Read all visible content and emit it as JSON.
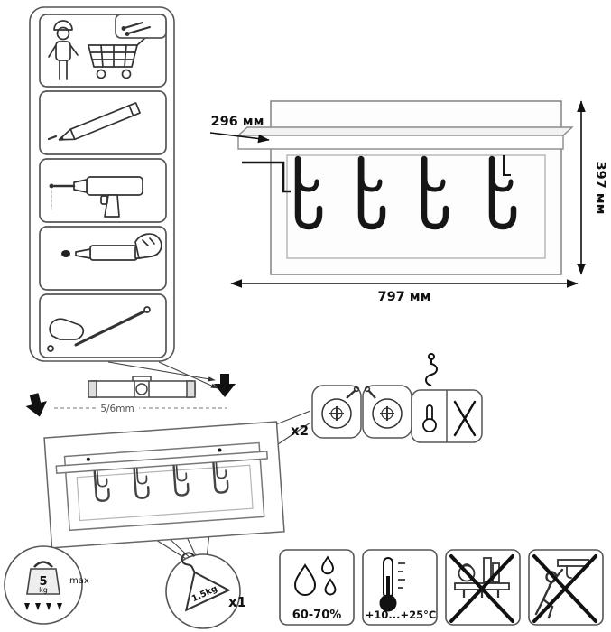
{
  "title": "Wall coat rack assembly instruction sheet",
  "colors": {
    "ink": "#111111",
    "outline": "#555555",
    "panel_stroke": "#888888"
  },
  "product": {
    "dimensions": {
      "depth": "296 мм",
      "height": "397 мм",
      "width": "797 мм"
    }
  },
  "installation": {
    "drill_size": "5/6mm",
    "hardware_qty": "x2",
    "tools": [
      "person-with-cart",
      "pencil-marking",
      "drill",
      "dowel-glue-insert",
      "bolt-fastening"
    ]
  },
  "limits": {
    "shelf_max_value": "5",
    "shelf_max_unit": "kg",
    "shelf_max_suffix": "max",
    "hook_max": "1.5kg",
    "hook_qty": "x1"
  },
  "environment": {
    "humidity": "60-70%",
    "temperature": "+10...+25°C"
  },
  "warnings": [
    "no-heavy-objects-on-shelf",
    "no-climbing-or-pulling"
  ]
}
